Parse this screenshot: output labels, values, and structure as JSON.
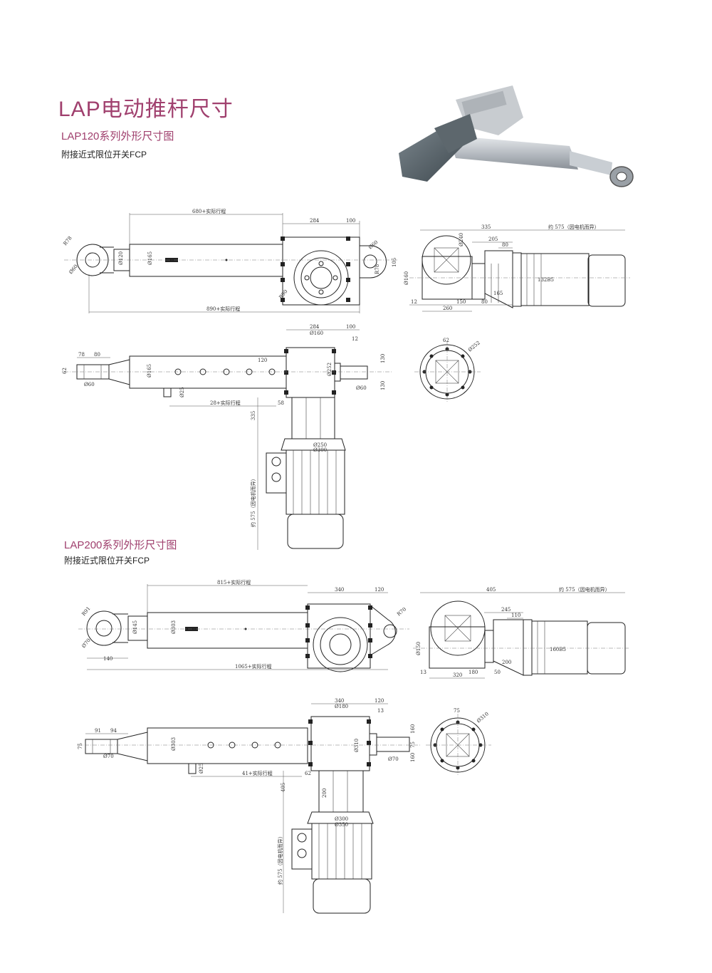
{
  "page_title": "LAP电动推杆尺寸",
  "sections": [
    {
      "title": "LAP120系列外形尺寸图",
      "note": "附接近式限位开关FCP",
      "top_view": [
        "680+实际行程",
        "284",
        "100",
        "R78",
        "Ø120",
        "Ø165",
        "Ø60",
        "R78",
        "105",
        "R90",
        "Ø60",
        "890+实际行程"
      ],
      "end_view": [
        "335",
        "约 575（因电机而异）",
        "205",
        "80",
        "Ø160",
        "132B5",
        "165",
        "12",
        "150",
        "80",
        "260",
        "Ø240"
      ],
      "side_view": [
        "284",
        "100",
        "Ø160",
        "78",
        "80",
        "12",
        "Ø165",
        "120",
        "130",
        "62",
        "Ø60",
        "Ø25",
        "Ø252",
        "Ø60",
        "130",
        "28+实际行程",
        "58",
        "335",
        "Ø250",
        "Ø300",
        "约 575（因电机而异）"
      ],
      "flange_view": [
        "62",
        "Ø252"
      ]
    },
    {
      "title": "LAP200系列外形尺寸图",
      "note": "附接近式限位开关FCP",
      "top_view": [
        "815+实际行程",
        "340",
        "120",
        "R91",
        "Ø145",
        "Ø303",
        "Ø70",
        "140",
        "1065+实际行程",
        "R70"
      ],
      "end_view": [
        "405",
        "约 575（因电机而异）",
        "245",
        "110",
        "Ø150",
        "160B5",
        "13",
        "180",
        "50",
        "320",
        "200"
      ],
      "side_view": [
        "340",
        "120",
        "Ø180",
        "13",
        "91",
        "94",
        "75",
        "Ø70",
        "Ø303",
        "Ø310",
        "160",
        "75",
        "Ø70",
        "160",
        "Ø25",
        "41+实际行程",
        "62",
        "405",
        "200",
        "Ø300",
        "Ø350",
        "约 575（因电机而异）"
      ],
      "flange_view": [
        "75",
        "Ø310"
      ]
    }
  ]
}
